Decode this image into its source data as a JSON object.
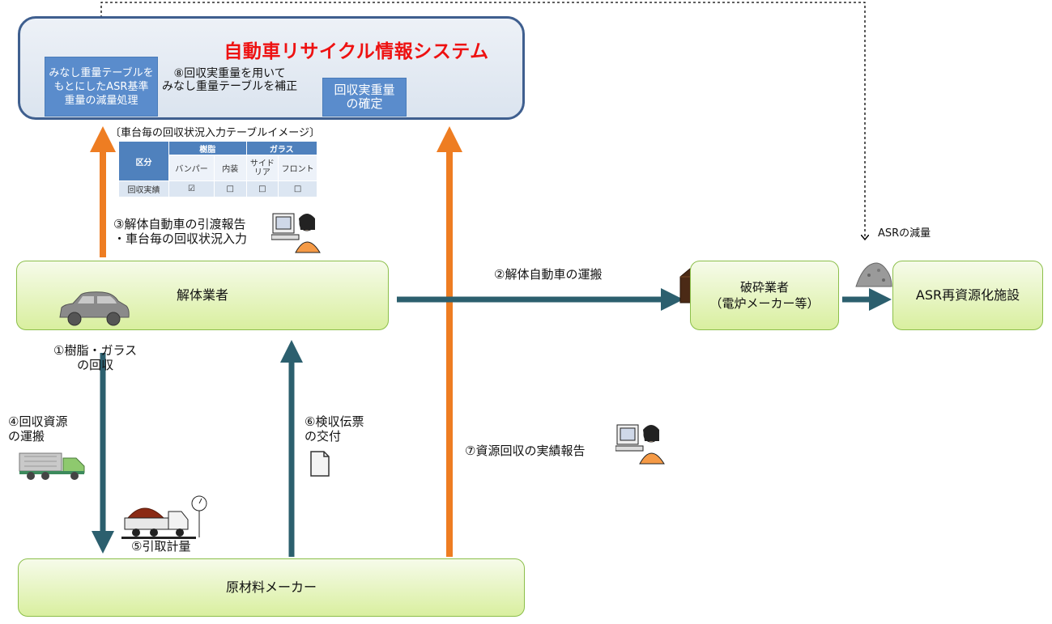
{
  "system": {
    "title": "自動車リサイクル情報システム",
    "left_box_text": "みなし重量テーブルを\nもとにしたASR基準\n重量の減量処理",
    "right_box_text": "回収実重量\nの確定",
    "step8_label": "⑧回収実重量を用いて\nみなし重量テーブルを補正"
  },
  "table": {
    "caption": "〔車台毎の回収状況入力テーブルイメージ〕",
    "row_header": "区分",
    "group_resin": "樹脂",
    "group_glass": "ガラス",
    "columns": [
      "バンパー",
      "内装",
      "サイド\nリア",
      "フロント"
    ],
    "row_label": "回収実績",
    "checked_mark": "☑",
    "unchecked_mark": "□"
  },
  "nodes": {
    "dismantler": "解体業者",
    "shredder": "破砕業者\n（電炉メーカー等）",
    "asr_facility": "ASR再資源化施設",
    "material_maker": "原材料メーカー"
  },
  "labels": {
    "step1": "①樹脂・ガラス\nの回収",
    "step2": "②解体自動車の運搬",
    "step3": "③解体自動車の引渡報告\n・車台毎の回収状況入力",
    "step4": "④回収資源\nの運搬",
    "step5": "⑤引取計量",
    "step6": "⑥検収伝票\nの交付",
    "step7": "⑦資源回収の実績報告",
    "asr_reduction": "ASRの減量"
  },
  "colors": {
    "orange_arrow": "#ee7d22",
    "teal_arrow": "#2c5f6e",
    "system_title": "#ee1111",
    "blue_box": "#5a8ccc",
    "green_box_border": "#8cbf4a"
  }
}
